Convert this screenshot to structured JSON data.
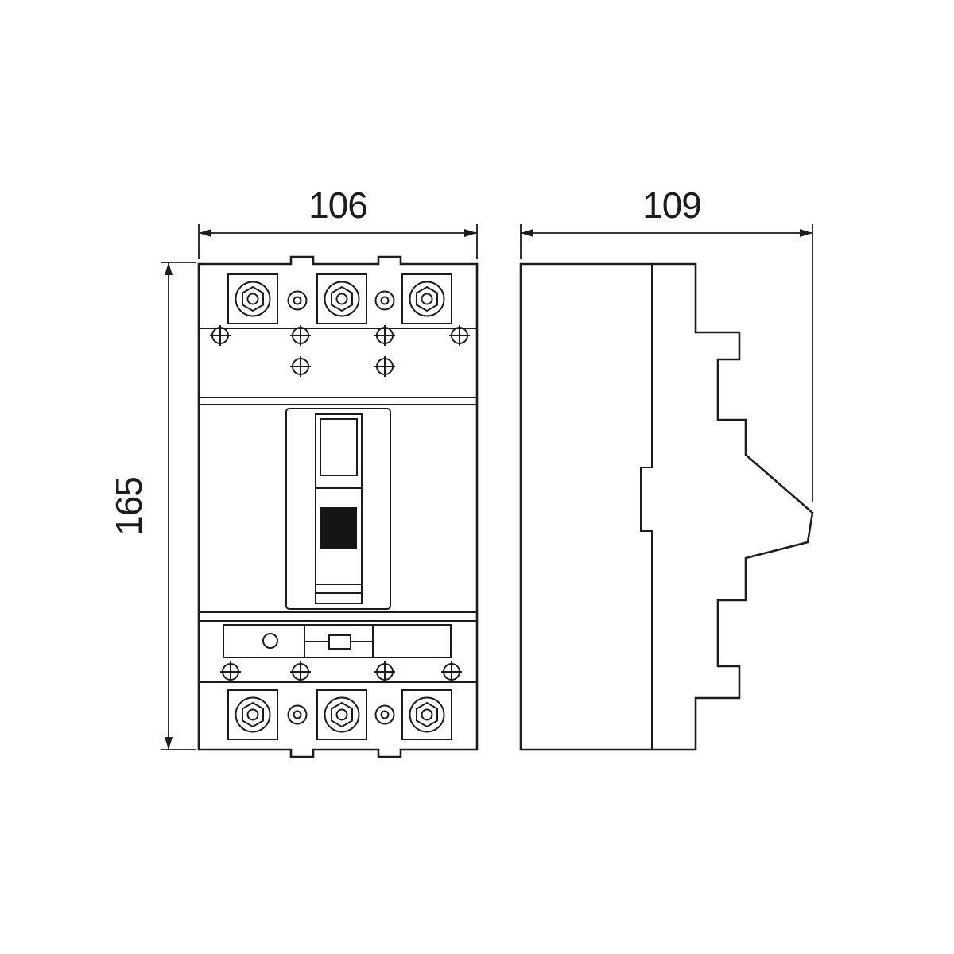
{
  "drawing": {
    "type": "technical-dimension-drawing",
    "subject": "molded-case circuit breaker, front and side views",
    "dimensions": {
      "front_width": "106",
      "side_depth": "109",
      "height": "165"
    }
  }
}
